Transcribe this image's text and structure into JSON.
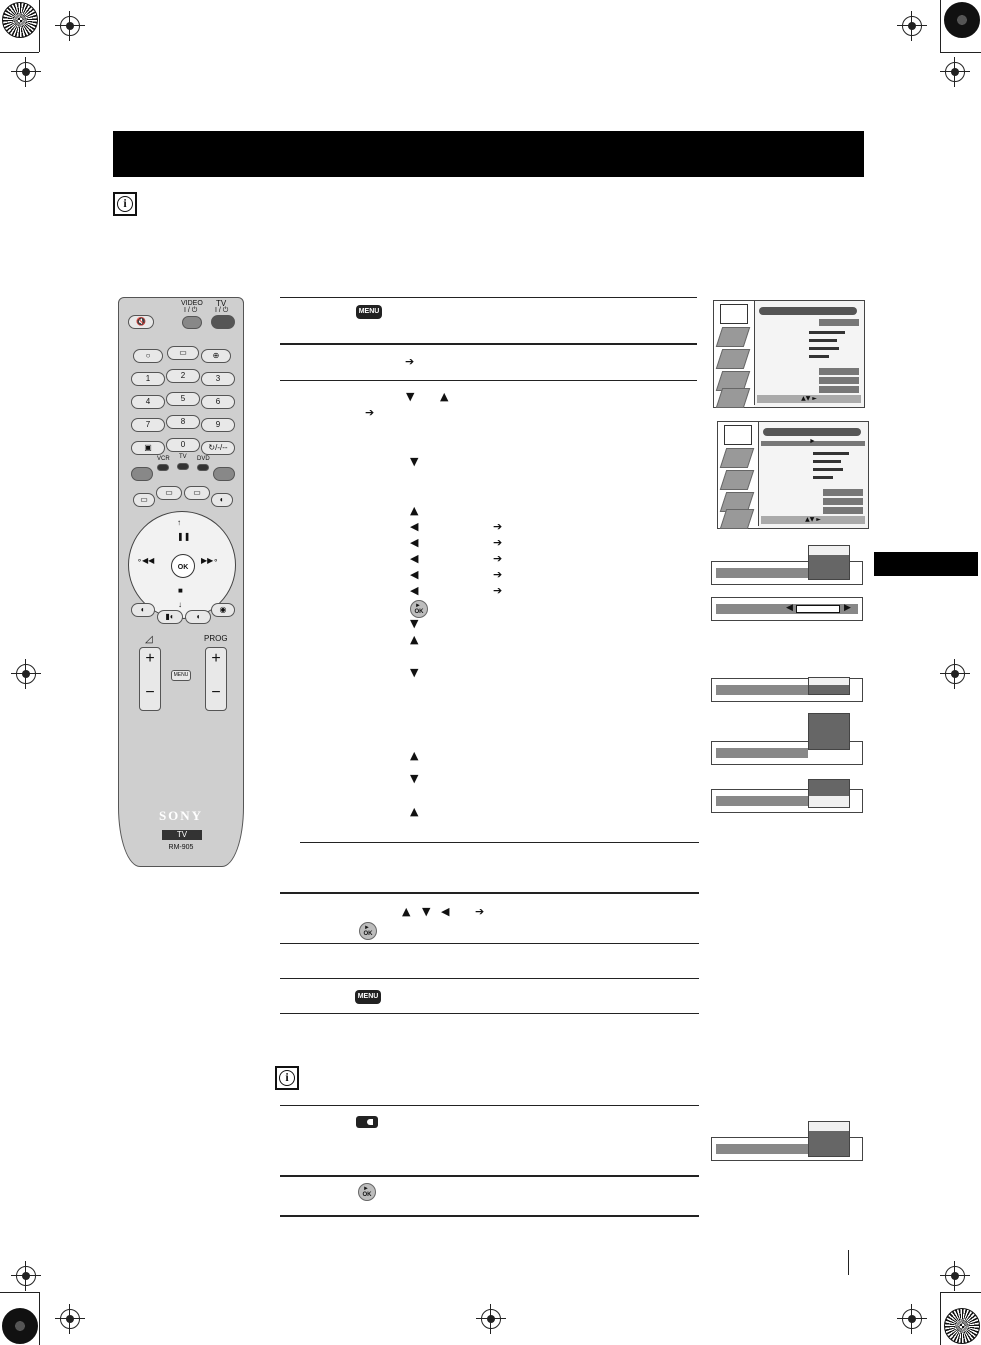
{
  "remote": {
    "top_labels": {
      "video": "VIDEO",
      "video_sub": "I / ⏻",
      "tv": "TV",
      "tv_sub": "I / ⏻"
    },
    "numbers": [
      "1",
      "2",
      "3",
      "4",
      "5",
      "6",
      "7",
      "8",
      "9",
      "0"
    ],
    "source_labels": [
      "VCR",
      "TV",
      "DVD"
    ],
    "ok_label": "OK",
    "prog_label": "PROG",
    "menu_label": "MENU",
    "plus": "+",
    "minus": "−",
    "brand": "SONY",
    "badge": "TV",
    "model": "RM-905"
  },
  "steps": {
    "menu_button_label": "MENU",
    "ok_button_label": "OK"
  },
  "icons": {
    "info": "i",
    "right_arrow": "➔",
    "down_arrow": "▼",
    "up_arrow": "▲",
    "left_arrow": "◀"
  },
  "osd": {
    "footer_1": "▲▼        ►",
    "footer_2": "▲▼        ►",
    "selected_marker": "►",
    "strip_2_arrows_left": "◀",
    "strip_2_arrows_right": "▶"
  },
  "colors": {
    "header": "#000000",
    "remote_body": "#cfcfcf",
    "osd_dark": "#666666"
  }
}
